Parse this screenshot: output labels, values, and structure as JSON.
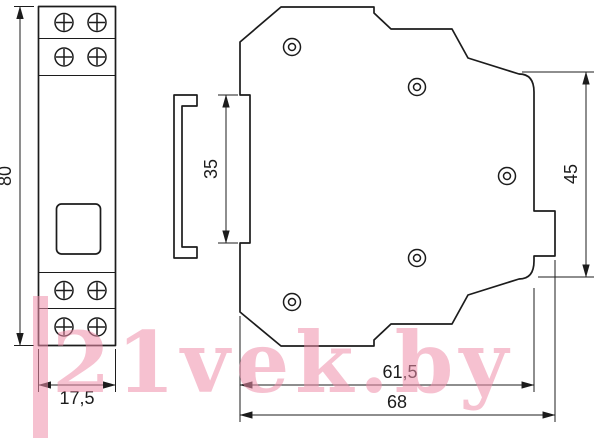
{
  "colors": {
    "ink": "#1c1c1c",
    "watermark": "#ef8fab"
  },
  "watermark": {
    "text": "21vek.by"
  },
  "dimensions": {
    "front_height": "80",
    "front_width": "17,5",
    "rail_height": "35",
    "front_face_height": "45",
    "body_depth": "61,5",
    "total_depth": "68"
  }
}
